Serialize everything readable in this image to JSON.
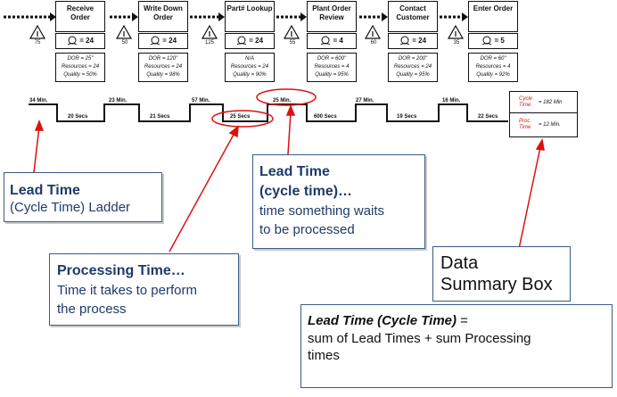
{
  "processes": [
    {
      "name": "Receive Order",
      "ops": "= 24",
      "dor": "DOR = 25\"",
      "resources": "Resources = 24",
      "quality": "Quality = 50%"
    },
    {
      "name": "Write Down Order",
      "ops": "= 24",
      "dor": "DOR = 120\"",
      "resources": "Resources = 24",
      "quality": "Quality = 98%"
    },
    {
      "name": "Part# Lookup",
      "ops": "= 24",
      "dor": "N/A",
      "resources": "Resources = 24",
      "quality": "Quality = 90%"
    },
    {
      "name": "Plant Order Review",
      "ops": "= 4",
      "dor": "DOR = 600\"",
      "resources": "Resources = 4",
      "quality": "Quality = 95%"
    },
    {
      "name": "Contact Customer",
      "ops": "= 24",
      "dor": "DOR = 200\"",
      "resources": "Resources = 24",
      "quality": "Quality = 95%"
    },
    {
      "name": "Enter Order",
      "ops": "= 5",
      "dor": "DOR = 60\"",
      "resources": "Resources = 4",
      "quality": "Quality = 92%"
    }
  ],
  "inventory": [
    "75",
    "50",
    "125",
    "55",
    "60",
    "35"
  ],
  "lead_times": [
    "34 Min.",
    "23 Min.",
    "57 Min.",
    "25 Min.",
    "27 Min.",
    "16 Min."
  ],
  "processing_times": [
    "20 Secs",
    "21 Secs",
    "25 Secs",
    "600 Secs",
    "19 Secs",
    "22 Secs"
  ],
  "summary": {
    "cycle_label": "Cycle Time",
    "cycle_value": "= 182 Min",
    "proc_label": "Proc. Time",
    "proc_value": "= 12 Min."
  },
  "callouts": {
    "lead_ladder_title": "Lead Time",
    "lead_ladder_body": "(Cycle Time) Ladder",
    "lead_cycle_title1": "Lead Time",
    "lead_cycle_title2": "(cycle time)…",
    "lead_cycle_body1": "time something waits",
    "lead_cycle_body2": "to be processed",
    "processing_title": "Processing Time…",
    "processing_body1": "Time it takes to perform",
    "processing_body2": "the process",
    "data_summary1": "Data",
    "data_summary2": "Summary Box",
    "formula_title": "Lead Time (Cycle Time)",
    "formula_eq": " =",
    "formula_body1": "sum of Lead Times + sum Processing",
    "formula_body2": "times"
  },
  "colors": {
    "accent_red": "#dd1111",
    "callout_text": "#1f3a6a",
    "callout_border": "#3b5b86"
  }
}
